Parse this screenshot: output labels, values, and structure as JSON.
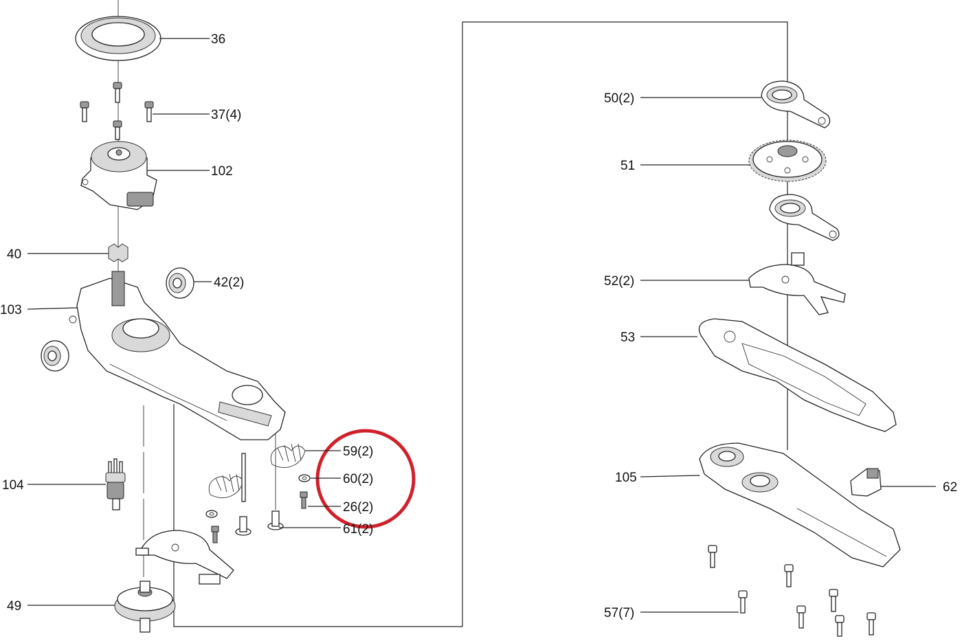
{
  "diagram": {
    "accent_color": "#d0212b",
    "labels": {
      "p36": "36",
      "p37": "37(4)",
      "p102": "102",
      "p40": "40",
      "p42": "42(2)",
      "p103": "103",
      "p104": "104",
      "p49": "49",
      "p59": "59(2)",
      "p60": "60(2)",
      "p26": "26(2)",
      "p61": "61(2)",
      "p50": "50(2)",
      "p51": "51",
      "p52": "52(2)",
      "p53": "53",
      "p105": "105",
      "p62": "62",
      "p57": "57(7)"
    }
  }
}
